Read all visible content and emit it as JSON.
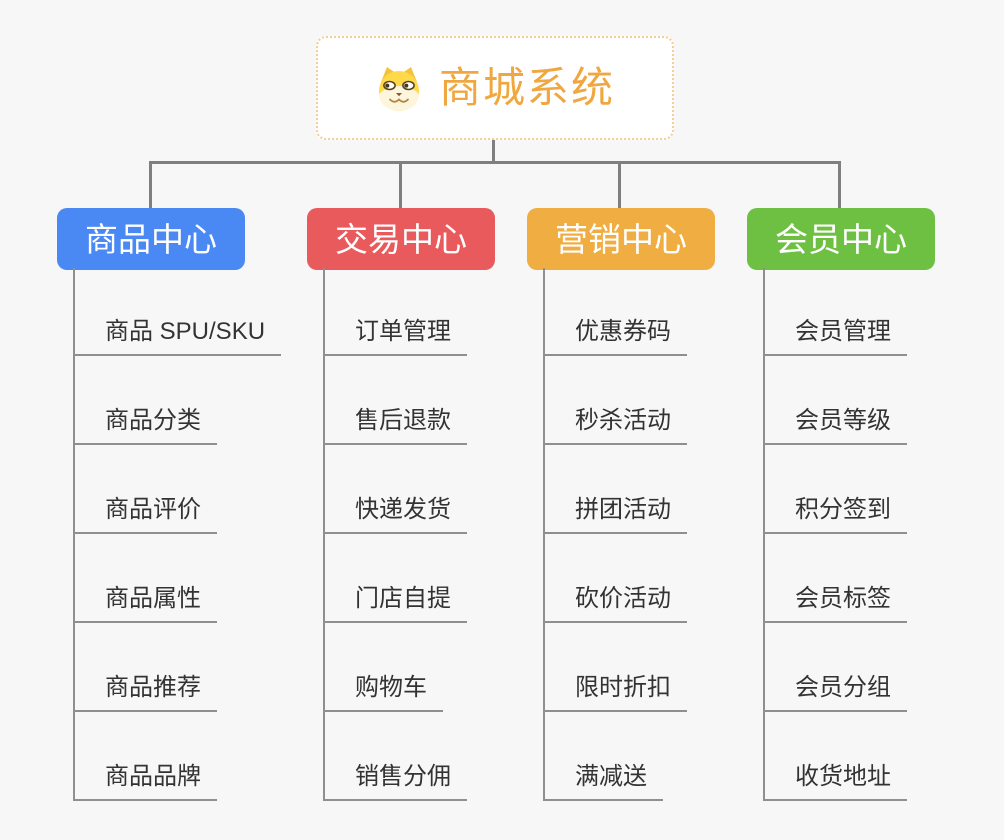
{
  "page": {
    "background_color": "#F7F7F7"
  },
  "root_node": {
    "title": "商城系统",
    "icon": "shiba-dog-icon",
    "text_color": "#F0A73F",
    "border_color": "#F6CD95",
    "background_color": "#FFFFFF"
  },
  "connectors": {
    "trunk_color": "#7F7F7F",
    "leaf_line_color": "#8F8F8F"
  },
  "leaf_text_color": "#333333",
  "branches": [
    {
      "label": "商品中心",
      "color": "#4A89F4",
      "text_color": "#FFFFFF",
      "children": [
        "商品 SPU/SKU",
        "商品分类",
        "商品评价",
        "商品属性",
        "商品推荐",
        "商品品牌"
      ]
    },
    {
      "label": "交易中心",
      "color": "#E85A5C",
      "text_color": "#FFFFFF",
      "children": [
        "订单管理",
        "售后退款",
        "快递发货",
        "门店自提",
        "购物车",
        "销售分佣"
      ]
    },
    {
      "label": "营销中心",
      "color": "#EFAD42",
      "text_color": "#FFFFFF",
      "children": [
        "优惠券码",
        "秒杀活动",
        "拼团活动",
        "砍价活动",
        "限时折扣",
        "满减送"
      ]
    },
    {
      "label": "会员中心",
      "color": "#6EC043",
      "text_color": "#FFFFFF",
      "children": [
        "会员管理",
        "会员等级",
        "积分签到",
        "会员标签",
        "会员分组",
        "收货地址"
      ]
    }
  ]
}
